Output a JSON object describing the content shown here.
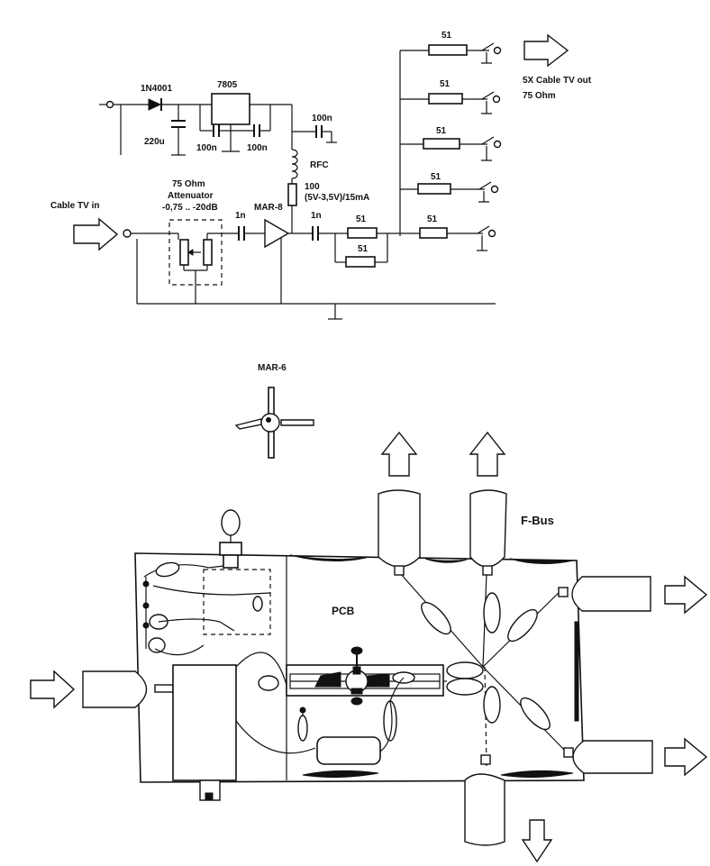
{
  "schematic": {
    "diode": "1N4001",
    "regulator": "7805",
    "cap_bulk": "220u",
    "cap_reg_in": "100n",
    "cap_reg_out": "100n",
    "cap_bypass": "100n",
    "rfc": "RFC",
    "bias_resistor_line1": "100",
    "bias_resistor_line2": "(5V-3,5V)/15mA",
    "input_label": "Cable TV in",
    "attenuator_line1": "75 Ohm",
    "attenuator_line2": "Attenuator",
    "attenuator_line3": "-0,75 .. -20dB",
    "cap_in": "1n",
    "amplifier": "MAR-8",
    "cap_out": "1n",
    "parallel_r1": "51",
    "parallel_r2": "51",
    "output_resistors": [
      "51",
      "51",
      "51",
      "51",
      "51"
    ],
    "output_label_line1": "5X Cable TV out",
    "output_label_line2": "75 Ohm"
  },
  "package": {
    "label": "MAR-6"
  },
  "layout_drawing": {
    "pcb_label": "PCB",
    "bus_label": "F-Bus"
  }
}
